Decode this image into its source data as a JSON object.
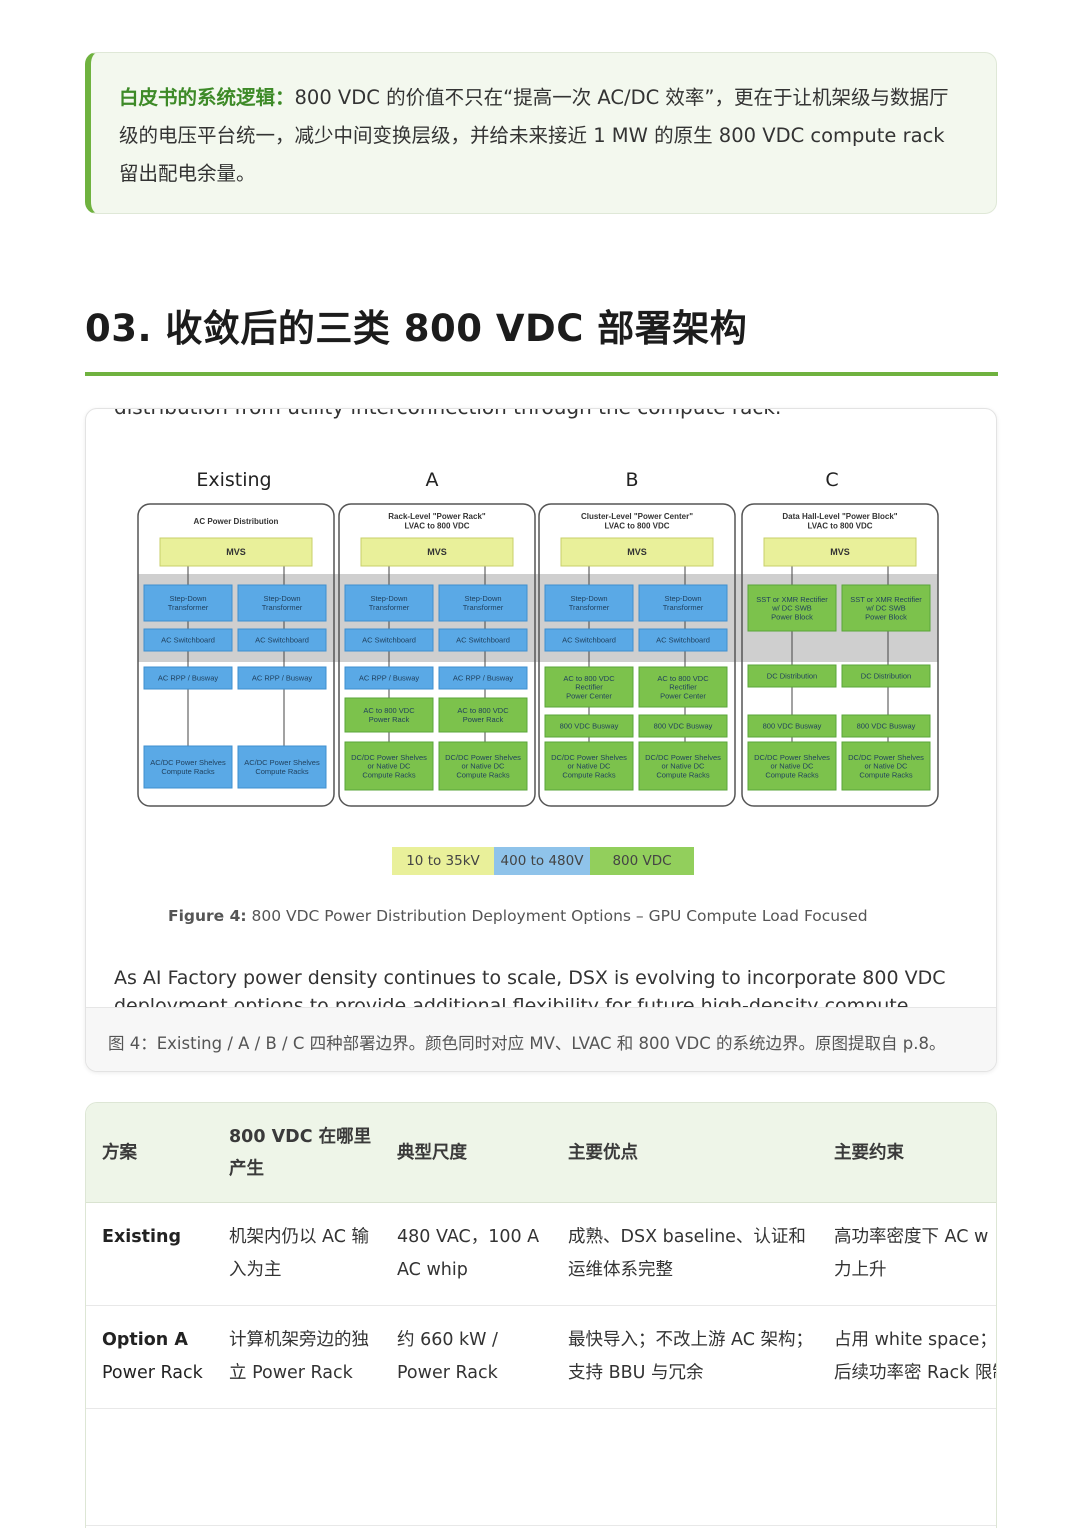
{
  "callout": {
    "lead": "白皮书的系统逻辑：",
    "text": "800 VDC 的价值不只在“提高一次 AC/DC 效率”，更在于让机架级与数据厅级的电压平台统一，减少中间变换层级，并给未来接近 1 MW 的原生 800 VDC compute rack 留出配电余量。"
  },
  "section_title": "03. 收敛后的三类 800 VDC 部署架构",
  "figure": {
    "cut_text_top": "distribution from utility interconnection through the compute rack.",
    "columns": [
      {
        "title": "Existing",
        "header": [
          "AC Power Distribution"
        ],
        "mvs": "MVS",
        "rows": [
          [
            {
              "t": "Step-Down\nTransformer",
              "c": "blue"
            },
            {
              "t": "Step-Down\nTransformer",
              "c": "blue"
            }
          ],
          [
            {
              "t": "AC Switchboard",
              "c": "blue"
            },
            {
              "t": "AC Switchboard",
              "c": "blue"
            }
          ],
          [
            {
              "t": "AC RPP / Busway",
              "c": "blue"
            },
            {
              "t": "AC RPP / Busway",
              "c": "blue"
            }
          ],
          [
            {
              "t": "AC/DC Power Shelves\nCompute Racks",
              "c": "blue"
            },
            {
              "t": "AC/DC Power Shelves\nCompute Racks",
              "c": "blue"
            }
          ]
        ]
      },
      {
        "title": "A",
        "header": [
          "Rack-Level \"Power Rack\"",
          "LVAC to 800 VDC"
        ],
        "mvs": "MVS",
        "rows": [
          [
            {
              "t": "Step-Down\nTransformer",
              "c": "blue"
            },
            {
              "t": "Step-Down\nTransformer",
              "c": "blue"
            }
          ],
          [
            {
              "t": "AC Switchboard",
              "c": "blue"
            },
            {
              "t": "AC Switchboard",
              "c": "blue"
            }
          ],
          [
            {
              "t": "AC RPP / Busway",
              "c": "blue"
            },
            {
              "t": "AC RPP / Busway",
              "c": "blue"
            }
          ],
          [
            {
              "t": "AC to 800 VDC\nPower Rack",
              "c": "green"
            },
            {
              "t": "AC to 800 VDC\nPower Rack",
              "c": "green"
            }
          ],
          [
            {
              "t": "DC/DC Power Shelves\nor Native DC\nCompute Racks",
              "c": "green"
            },
            {
              "t": "DC/DC Power Shelves\nor Native DC\nCompute Racks",
              "c": "green"
            }
          ]
        ]
      },
      {
        "title": "B",
        "header": [
          "Cluster-Level \"Power Center\"",
          "LVAC to 800 VDC"
        ],
        "mvs": "MVS",
        "rows": [
          [
            {
              "t": "Step-Down\nTransformer",
              "c": "blue"
            },
            {
              "t": "Step-Down\nTransformer",
              "c": "blue"
            }
          ],
          [
            {
              "t": "AC Switchboard",
              "c": "blue"
            },
            {
              "t": "AC Switchboard",
              "c": "blue"
            }
          ],
          [
            {
              "t": "AC to 800 VDC\nRectifier\nPower Center",
              "c": "green"
            },
            {
              "t": "AC to 800 VDC\nRectifier\nPower Center",
              "c": "green"
            }
          ],
          [
            {
              "t": "800 VDC Busway",
              "c": "green"
            },
            {
              "t": "800 VDC Busway",
              "c": "green"
            }
          ],
          [
            {
              "t": "DC/DC Power Shelves\nor Native DC\nCompute Racks",
              "c": "green"
            },
            {
              "t": "DC/DC Power Shelves\nor Native DC\nCompute Racks",
              "c": "green"
            }
          ]
        ]
      },
      {
        "title": "C",
        "header": [
          "Data Hall-Level \"Power Block\"",
          "LVAC to 800 VDC"
        ],
        "mvs": "MVS",
        "rows": [
          [
            {
              "t": "SST or XMR Rectifier\nw/ DC SWB\nPower Block",
              "c": "green"
            },
            {
              "t": "SST or XMR Rectifier\nw/ DC SWB\nPower Block",
              "c": "green"
            }
          ],
          [
            {
              "t": "DC Distribution",
              "c": "green"
            },
            {
              "t": "DC Distribution",
              "c": "green"
            }
          ],
          [
            {
              "t": "800 VDC Busway",
              "c": "green"
            },
            {
              "t": "800 VDC Busway",
              "c": "green"
            }
          ],
          [
            {
              "t": "DC/DC Power Shelves\nor Native DC\nCompute Racks",
              "c": "green"
            },
            {
              "t": "DC/DC Power Shelves\nor Native DC\nCompute Racks",
              "c": "green"
            }
          ]
        ]
      }
    ],
    "legend": [
      {
        "label": "10 to 35kV",
        "color": "#e9f09a"
      },
      {
        "label": "400 to 480V",
        "color": "#8fc3ea"
      },
      {
        "label": "800 VDC",
        "color": "#92cf5c"
      }
    ],
    "caption_bold": "Figure 4:",
    "caption_rest": " 800 VDC Power Distribution Deployment Options – GPU Compute Load Focused",
    "body_line1": "As AI Factory power density continues to scale, DSX is evolving to incorporate 800 VDC",
    "body_line2": "deployment options to provide additional flexibility for future high-density compute",
    "caption_cn": "图 4：Existing / A / B / C 四种部署边界。颜色同时对应 MV、LVAC 和 800 VDC 的系统边界。原图提取自 p.8。"
  },
  "colors": {
    "accent_green": "#6fb23f",
    "mvs_yellow": "#e9f09a",
    "lvac_blue": "#5aa9e6",
    "dc_green": "#7cc24c"
  },
  "table": {
    "headers": [
      "方案",
      "800 VDC 在哪里产生",
      "典型尺度",
      "主要优点",
      "主要约束"
    ],
    "rows": [
      {
        "name": "Existing",
        "sub": "",
        "c1": "机架内仍以 AC 输入为主",
        "c2": "480 VAC，100 A AC whip",
        "c3": "成熟、DSX baseline、认证和运维体系完整",
        "c4": "高功率密度下 AC w 电流配电压力上升"
      },
      {
        "name": "Option A",
        "sub": "Power Rack",
        "c1": "计算机架旁边的独立 Power Rack",
        "c2": "约 660 kW / Power Rack",
        "c3": "最快导入；不改上游 AC 架构；支持 BBU 与冗余",
        "c4": "占用 white space；: whips；后续功率密 Rack 限制"
      },
      {
        "name": "",
        "sub": "",
        "c1": "",
        "c2": "",
        "c3": "",
        "c4": ""
      }
    ]
  }
}
